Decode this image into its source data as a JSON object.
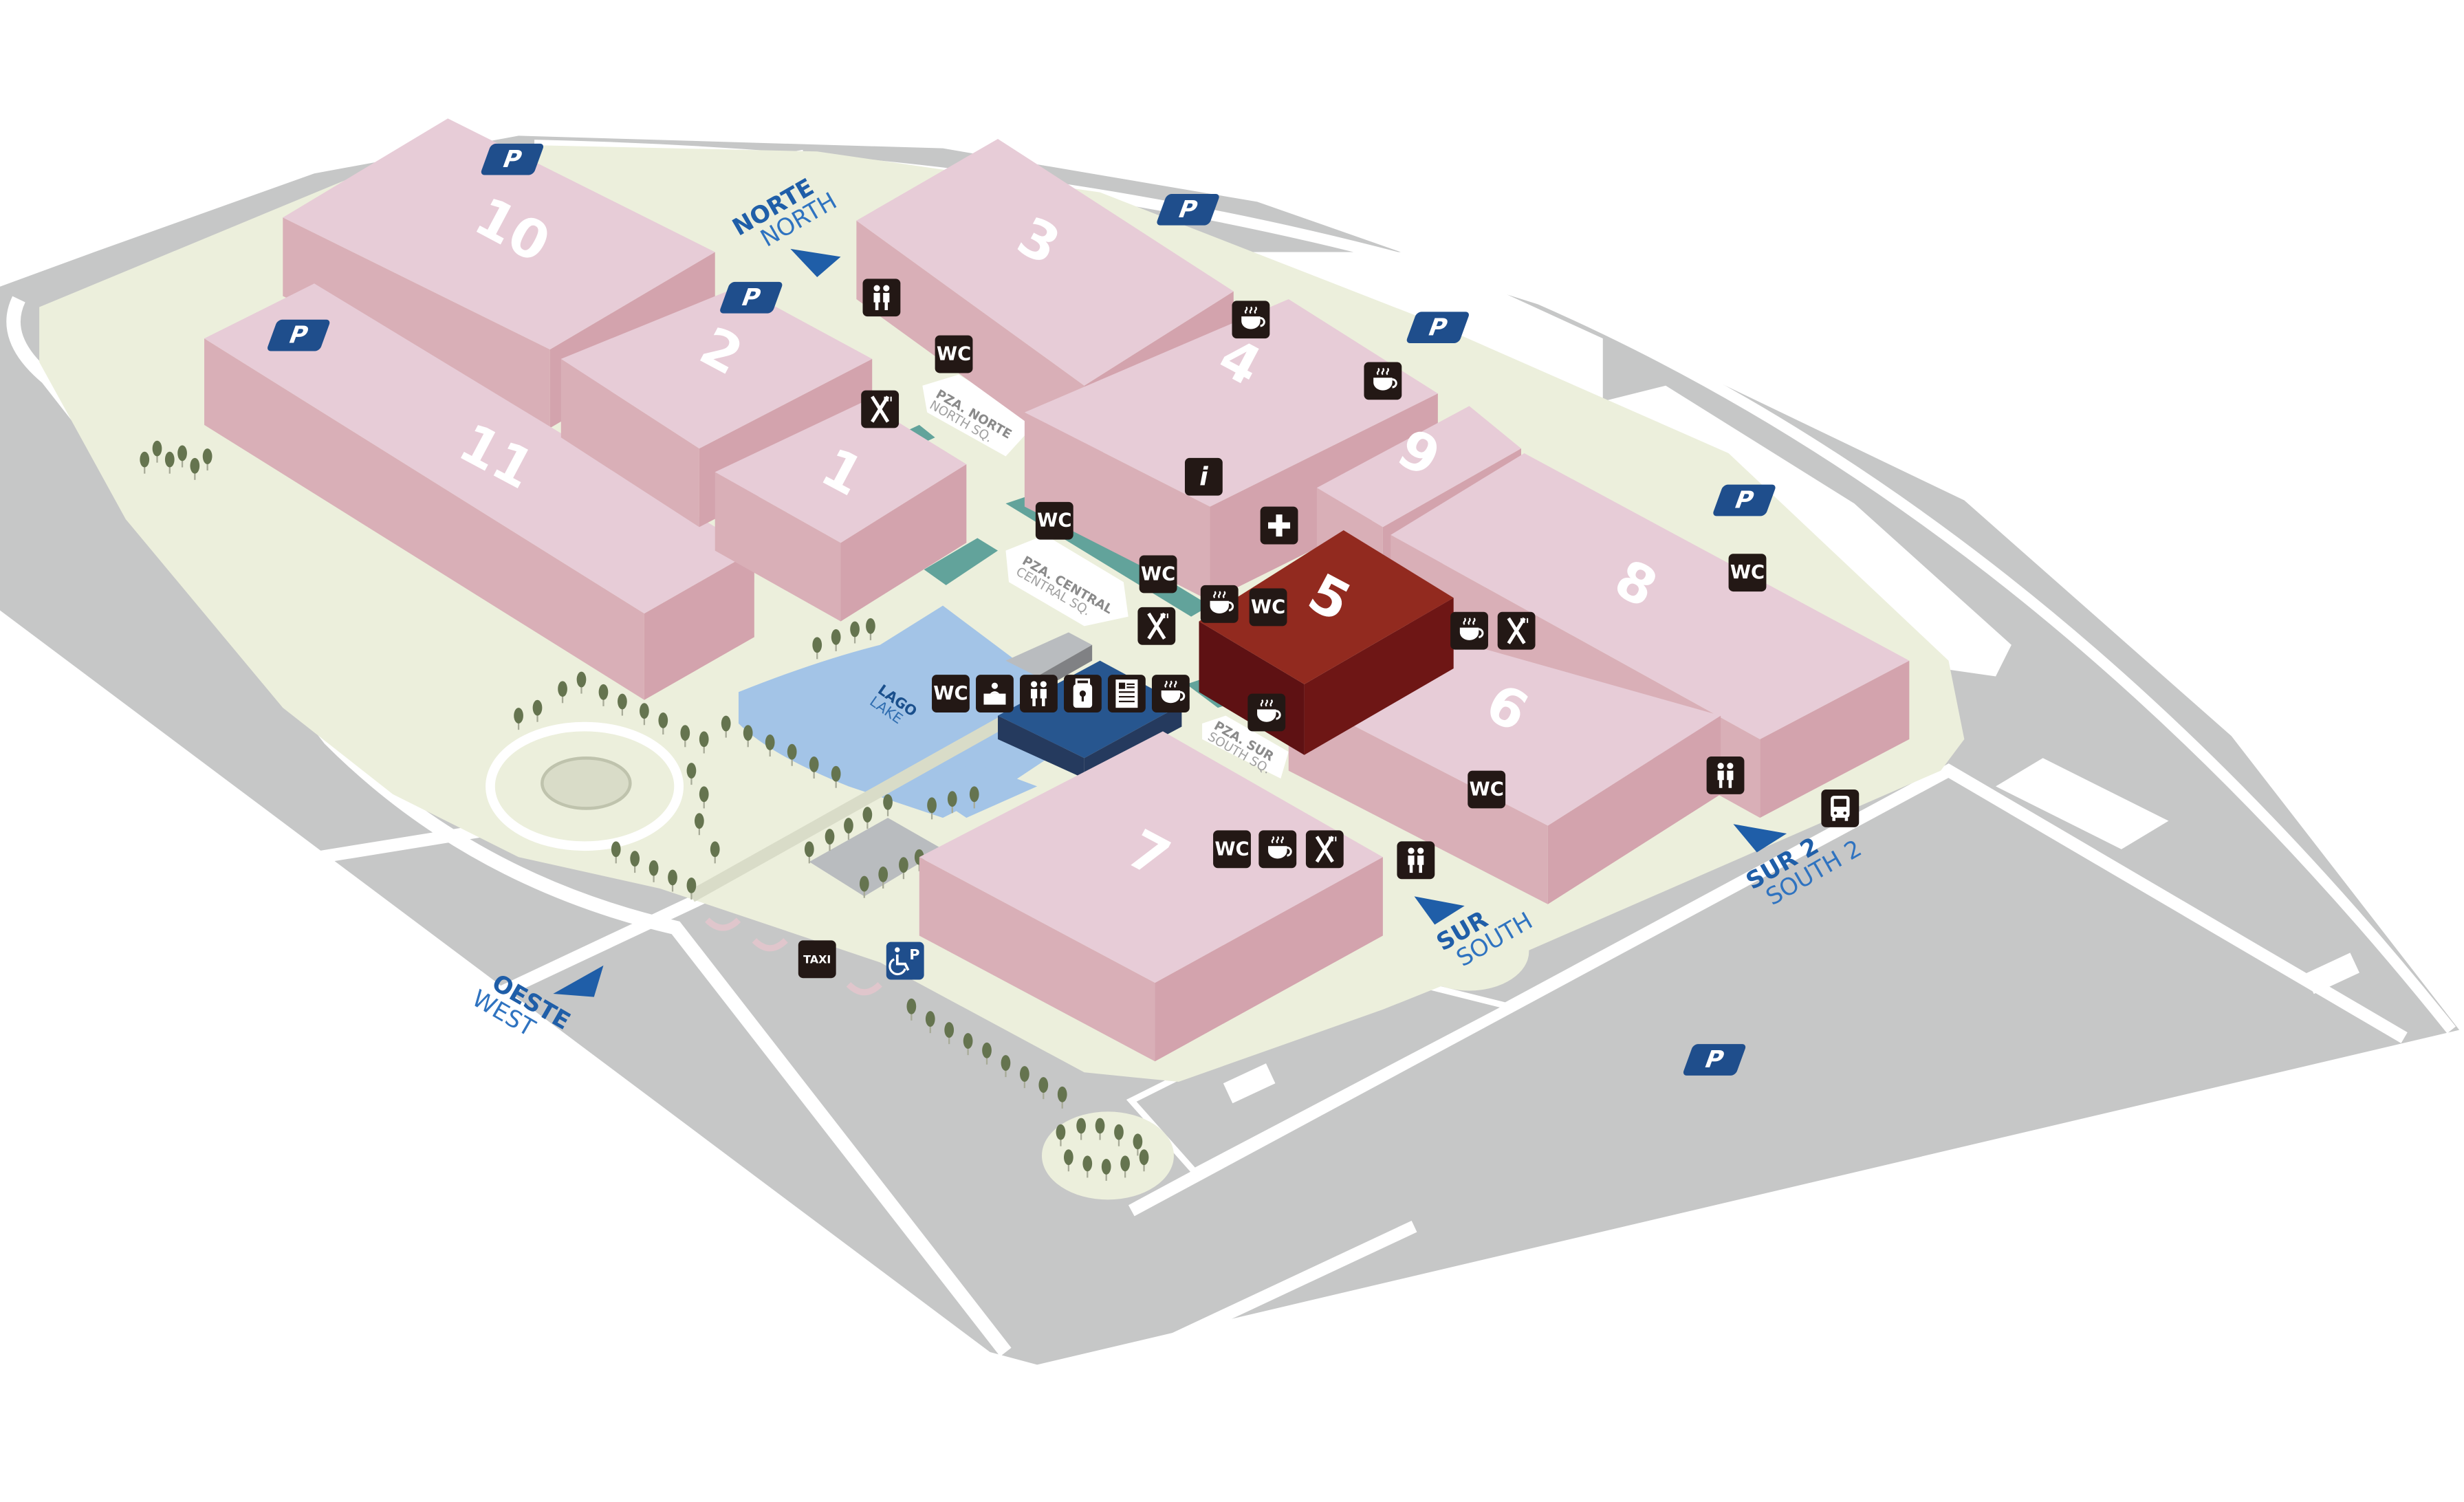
{
  "halls": {
    "h1": "1",
    "h2": "2",
    "h3": "3",
    "h4": "4",
    "h5": "5",
    "h6": "6",
    "h7": "7",
    "h8": "8",
    "h9": "9",
    "h10": "10",
    "h11": "11"
  },
  "highlighted_hall": "5",
  "entrances": {
    "north": {
      "es": "NORTE",
      "en": "NORTH"
    },
    "south": {
      "es": "SUR",
      "en": "SOUTH"
    },
    "south2": {
      "es": "SUR 2",
      "en": "SOUTH 2"
    },
    "west": {
      "es": "OESTE",
      "en": "WEST"
    }
  },
  "squares": {
    "north": {
      "es": "PZA. NORTE",
      "en": "NORTH SQ."
    },
    "central": {
      "es": "PZA. CENTRAL",
      "en": "CENTRAL SQ."
    },
    "south": {
      "es": "PZA. SUR",
      "en": "SOUTH SQ."
    }
  },
  "lake": {
    "es": "LAGO",
    "en": "LAKE"
  },
  "icons": {
    "wc": "WC",
    "taxi": "TAXI",
    "info": "i",
    "parking": "P",
    "accessible_parking": "P"
  },
  "colors": {
    "road": "#c6c7c7",
    "grounds": "#ecefdc",
    "hall_top": "#e7ccd7",
    "hall_side": "#d9afb7",
    "hall_side_dark": "#d3a3ad",
    "highlight_top": "#922a1f",
    "highlight_side": "#5e1113",
    "lake": "#a3c4e7",
    "blue_building": "#27568f",
    "teal": "#62a39b",
    "icon_bg": "#231815",
    "parking": "#1f4e8c"
  }
}
